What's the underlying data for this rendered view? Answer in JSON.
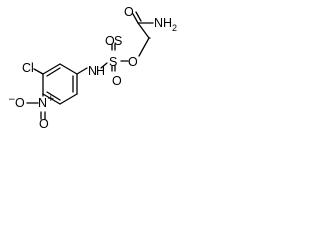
{
  "molecule": {
    "atoms": {
      "o_carbonyl": "O",
      "nh2_n": "N",
      "nh2_h": "H",
      "nh2_count": "2",
      "o_ester": "O",
      "s_top": "S",
      "s_top_o": "O",
      "s_mid": "S",
      "s_bot_o": "O",
      "sulfonamide_n": "N",
      "sulfonamide_h": "H",
      "cl": "Cl",
      "nitro_o_left": "O",
      "nitro_o_left_charge": "−",
      "nitro_n": "N",
      "nitro_n_charge": "+",
      "nitro_o_bottom": "O"
    }
  }
}
